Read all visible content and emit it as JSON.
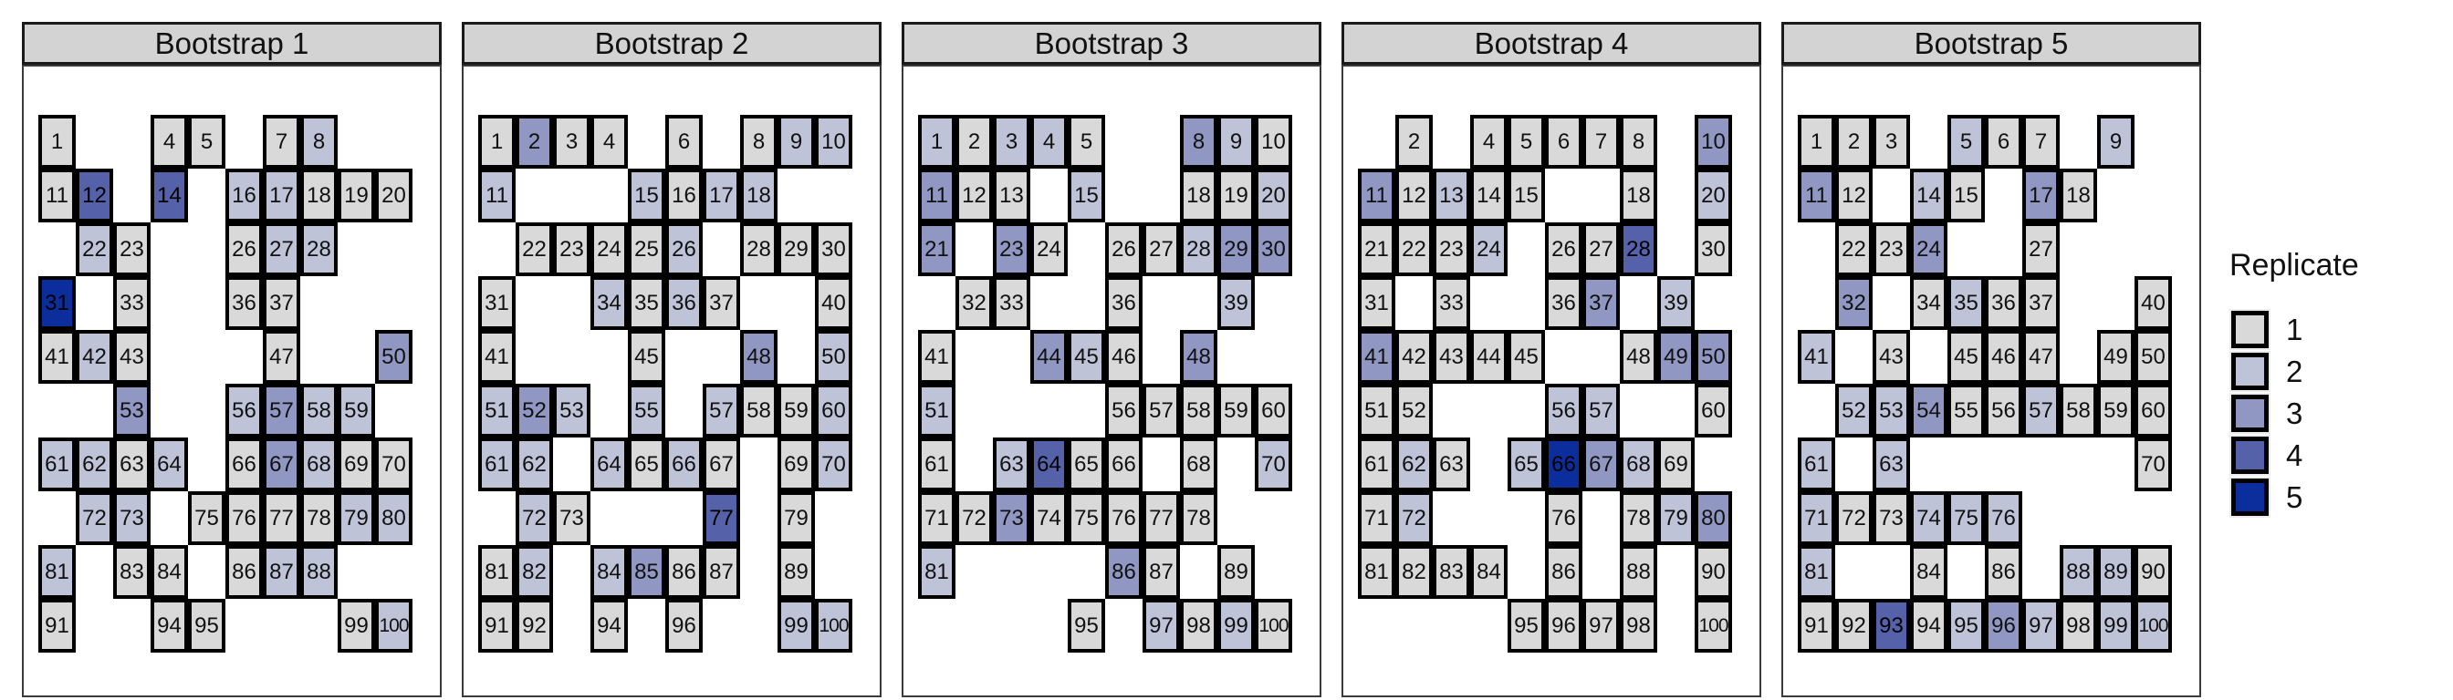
{
  "chart_data": {
    "type": "heatmap",
    "title": "",
    "value_label": "Replicate",
    "value_range": [
      1,
      5
    ],
    "grid": {
      "rows": 10,
      "cols": 10,
      "first_cell": 1,
      "last_cell": 100,
      "numbering": "left-to-right, top-to-bottom; absent numbers were not drawn in that bootstrap"
    },
    "facets": [
      {
        "title": "Bootstrap 1",
        "cells": [
          [
            1,
            1
          ],
          [
            4,
            1
          ],
          [
            5,
            1
          ],
          [
            7,
            1
          ],
          [
            8,
            2
          ],
          [
            11,
            1
          ],
          [
            12,
            4
          ],
          [
            14,
            4
          ],
          [
            16,
            2
          ],
          [
            17,
            2
          ],
          [
            18,
            1
          ],
          [
            19,
            1
          ],
          [
            20,
            1
          ],
          [
            22,
            2
          ],
          [
            23,
            1
          ],
          [
            26,
            1
          ],
          [
            27,
            2
          ],
          [
            28,
            2
          ],
          [
            31,
            5
          ],
          [
            33,
            1
          ],
          [
            36,
            1
          ],
          [
            37,
            1
          ],
          [
            41,
            1
          ],
          [
            42,
            2
          ],
          [
            43,
            1
          ],
          [
            47,
            1
          ],
          [
            50,
            3
          ],
          [
            53,
            3
          ],
          [
            56,
            2
          ],
          [
            57,
            3
          ],
          [
            58,
            2
          ],
          [
            59,
            2
          ],
          [
            61,
            2
          ],
          [
            62,
            2
          ],
          [
            63,
            1
          ],
          [
            64,
            2
          ],
          [
            66,
            1
          ],
          [
            67,
            3
          ],
          [
            68,
            2
          ],
          [
            69,
            1
          ],
          [
            70,
            1
          ],
          [
            72,
            2
          ],
          [
            73,
            2
          ],
          [
            75,
            1
          ],
          [
            76,
            1
          ],
          [
            77,
            1
          ],
          [
            78,
            1
          ],
          [
            79,
            2
          ],
          [
            80,
            2
          ],
          [
            81,
            2
          ],
          [
            83,
            1
          ],
          [
            84,
            1
          ],
          [
            86,
            1
          ],
          [
            87,
            2
          ],
          [
            88,
            2
          ],
          [
            91,
            1
          ],
          [
            94,
            1
          ],
          [
            95,
            1
          ],
          [
            99,
            1
          ],
          [
            100,
            2
          ]
        ]
      },
      {
        "title": "Bootstrap 2",
        "cells": [
          [
            1,
            1
          ],
          [
            2,
            3
          ],
          [
            3,
            1
          ],
          [
            4,
            1
          ],
          [
            6,
            1
          ],
          [
            8,
            1
          ],
          [
            9,
            2
          ],
          [
            10,
            2
          ],
          [
            11,
            2
          ],
          [
            15,
            2
          ],
          [
            16,
            1
          ],
          [
            17,
            2
          ],
          [
            18,
            2
          ],
          [
            22,
            1
          ],
          [
            23,
            1
          ],
          [
            24,
            1
          ],
          [
            25,
            1
          ],
          [
            26,
            2
          ],
          [
            28,
            1
          ],
          [
            29,
            1
          ],
          [
            30,
            1
          ],
          [
            31,
            1
          ],
          [
            34,
            2
          ],
          [
            35,
            1
          ],
          [
            36,
            2
          ],
          [
            37,
            1
          ],
          [
            40,
            1
          ],
          [
            41,
            1
          ],
          [
            45,
            1
          ],
          [
            48,
            3
          ],
          [
            50,
            2
          ],
          [
            51,
            2
          ],
          [
            52,
            3
          ],
          [
            53,
            2
          ],
          [
            55,
            2
          ],
          [
            57,
            2
          ],
          [
            58,
            1
          ],
          [
            59,
            1
          ],
          [
            60,
            2
          ],
          [
            61,
            2
          ],
          [
            62,
            2
          ],
          [
            64,
            2
          ],
          [
            65,
            1
          ],
          [
            66,
            2
          ],
          [
            67,
            1
          ],
          [
            69,
            1
          ],
          [
            70,
            2
          ],
          [
            72,
            2
          ],
          [
            73,
            1
          ],
          [
            77,
            4
          ],
          [
            79,
            1
          ],
          [
            81,
            1
          ],
          [
            82,
            2
          ],
          [
            84,
            2
          ],
          [
            85,
            3
          ],
          [
            86,
            1
          ],
          [
            87,
            1
          ],
          [
            89,
            1
          ],
          [
            91,
            1
          ],
          [
            92,
            1
          ],
          [
            94,
            1
          ],
          [
            96,
            1
          ],
          [
            99,
            2
          ],
          [
            100,
            2
          ]
        ]
      },
      {
        "title": "Bootstrap 3",
        "cells": [
          [
            1,
            2
          ],
          [
            2,
            1
          ],
          [
            3,
            2
          ],
          [
            4,
            2
          ],
          [
            5,
            1
          ],
          [
            8,
            3
          ],
          [
            9,
            2
          ],
          [
            10,
            1
          ],
          [
            11,
            3
          ],
          [
            12,
            1
          ],
          [
            13,
            1
          ],
          [
            15,
            2
          ],
          [
            18,
            1
          ],
          [
            19,
            1
          ],
          [
            20,
            2
          ],
          [
            21,
            3
          ],
          [
            23,
            3
          ],
          [
            24,
            1
          ],
          [
            26,
            1
          ],
          [
            27,
            1
          ],
          [
            28,
            2
          ],
          [
            29,
            3
          ],
          [
            30,
            3
          ],
          [
            32,
            1
          ],
          [
            33,
            1
          ],
          [
            36,
            1
          ],
          [
            39,
            2
          ],
          [
            41,
            1
          ],
          [
            44,
            3
          ],
          [
            45,
            2
          ],
          [
            46,
            1
          ],
          [
            48,
            3
          ],
          [
            51,
            2
          ],
          [
            56,
            1
          ],
          [
            57,
            1
          ],
          [
            58,
            1
          ],
          [
            59,
            1
          ],
          [
            60,
            1
          ],
          [
            61,
            1
          ],
          [
            63,
            2
          ],
          [
            64,
            4
          ],
          [
            65,
            1
          ],
          [
            66,
            1
          ],
          [
            68,
            1
          ],
          [
            70,
            2
          ],
          [
            71,
            1
          ],
          [
            72,
            1
          ],
          [
            73,
            3
          ],
          [
            74,
            1
          ],
          [
            75,
            1
          ],
          [
            76,
            1
          ],
          [
            77,
            1
          ],
          [
            78,
            1
          ],
          [
            81,
            2
          ],
          [
            86,
            3
          ],
          [
            87,
            1
          ],
          [
            89,
            1
          ],
          [
            95,
            1
          ],
          [
            97,
            2
          ],
          [
            98,
            1
          ],
          [
            99,
            2
          ],
          [
            100,
            1
          ]
        ]
      },
      {
        "title": "Bootstrap 4",
        "cells": [
          [
            2,
            1
          ],
          [
            4,
            1
          ],
          [
            5,
            1
          ],
          [
            6,
            1
          ],
          [
            7,
            1
          ],
          [
            8,
            1
          ],
          [
            10,
            3
          ],
          [
            11,
            3
          ],
          [
            12,
            1
          ],
          [
            13,
            2
          ],
          [
            14,
            1
          ],
          [
            15,
            1
          ],
          [
            18,
            1
          ],
          [
            20,
            2
          ],
          [
            21,
            1
          ],
          [
            22,
            1
          ],
          [
            23,
            1
          ],
          [
            24,
            2
          ],
          [
            26,
            1
          ],
          [
            27,
            1
          ],
          [
            28,
            4
          ],
          [
            30,
            1
          ],
          [
            31,
            1
          ],
          [
            33,
            1
          ],
          [
            36,
            1
          ],
          [
            37,
            3
          ],
          [
            39,
            2
          ],
          [
            41,
            3
          ],
          [
            42,
            1
          ],
          [
            43,
            1
          ],
          [
            44,
            1
          ],
          [
            45,
            1
          ],
          [
            48,
            1
          ],
          [
            49,
            3
          ],
          [
            50,
            3
          ],
          [
            51,
            1
          ],
          [
            52,
            1
          ],
          [
            56,
            2
          ],
          [
            57,
            2
          ],
          [
            60,
            1
          ],
          [
            61,
            1
          ],
          [
            62,
            2
          ],
          [
            63,
            1
          ],
          [
            65,
            2
          ],
          [
            66,
            5
          ],
          [
            67,
            3
          ],
          [
            68,
            2
          ],
          [
            69,
            1
          ],
          [
            71,
            1
          ],
          [
            72,
            2
          ],
          [
            76,
            1
          ],
          [
            78,
            1
          ],
          [
            79,
            2
          ],
          [
            80,
            3
          ],
          [
            81,
            1
          ],
          [
            82,
            1
          ],
          [
            83,
            1
          ],
          [
            84,
            1
          ],
          [
            86,
            1
          ],
          [
            88,
            1
          ],
          [
            90,
            1
          ],
          [
            95,
            1
          ],
          [
            96,
            1
          ],
          [
            97,
            1
          ],
          [
            98,
            1
          ],
          [
            100,
            1
          ]
        ]
      },
      {
        "title": "Bootstrap 5",
        "cells": [
          [
            1,
            1
          ],
          [
            2,
            1
          ],
          [
            3,
            1
          ],
          [
            5,
            2
          ],
          [
            6,
            1
          ],
          [
            7,
            1
          ],
          [
            9,
            2
          ],
          [
            11,
            3
          ],
          [
            12,
            1
          ],
          [
            14,
            2
          ],
          [
            15,
            1
          ],
          [
            17,
            3
          ],
          [
            18,
            1
          ],
          [
            22,
            1
          ],
          [
            23,
            1
          ],
          [
            24,
            3
          ],
          [
            27,
            1
          ],
          [
            32,
            3
          ],
          [
            34,
            1
          ],
          [
            35,
            2
          ],
          [
            36,
            1
          ],
          [
            37,
            1
          ],
          [
            40,
            1
          ],
          [
            41,
            2
          ],
          [
            43,
            1
          ],
          [
            45,
            1
          ],
          [
            46,
            1
          ],
          [
            47,
            1
          ],
          [
            49,
            1
          ],
          [
            50,
            1
          ],
          [
            52,
            2
          ],
          [
            53,
            2
          ],
          [
            54,
            3
          ],
          [
            55,
            1
          ],
          [
            56,
            1
          ],
          [
            57,
            2
          ],
          [
            58,
            1
          ],
          [
            59,
            1
          ],
          [
            60,
            1
          ],
          [
            61,
            2
          ],
          [
            63,
            2
          ],
          [
            70,
            1
          ],
          [
            71,
            2
          ],
          [
            72,
            1
          ],
          [
            73,
            1
          ],
          [
            74,
            2
          ],
          [
            75,
            2
          ],
          [
            76,
            2
          ],
          [
            81,
            2
          ],
          [
            84,
            1
          ],
          [
            86,
            1
          ],
          [
            88,
            2
          ],
          [
            89,
            2
          ],
          [
            90,
            1
          ],
          [
            91,
            1
          ],
          [
            92,
            1
          ],
          [
            93,
            4
          ],
          [
            94,
            1
          ],
          [
            95,
            2
          ],
          [
            96,
            3
          ],
          [
            97,
            2
          ],
          [
            98,
            1
          ],
          [
            99,
            2
          ],
          [
            100,
            2
          ]
        ]
      }
    ]
  },
  "legend": {
    "title": "Replicate",
    "entries": [
      {
        "label": "1",
        "color": "#D9D9D9"
      },
      {
        "label": "2",
        "color": "#BFC3D8"
      },
      {
        "label": "3",
        "color": "#8F97C2"
      },
      {
        "label": "4",
        "color": "#5561A9"
      },
      {
        "label": "5",
        "color": "#0C2D9C"
      }
    ]
  },
  "colors": {
    "strip_background": "#D3D3D3",
    "strip_border": "#1a1a1a",
    "panel_border": "#3a3a3a",
    "cell_border": "#000000",
    "page_background": "#FFFFFF"
  }
}
